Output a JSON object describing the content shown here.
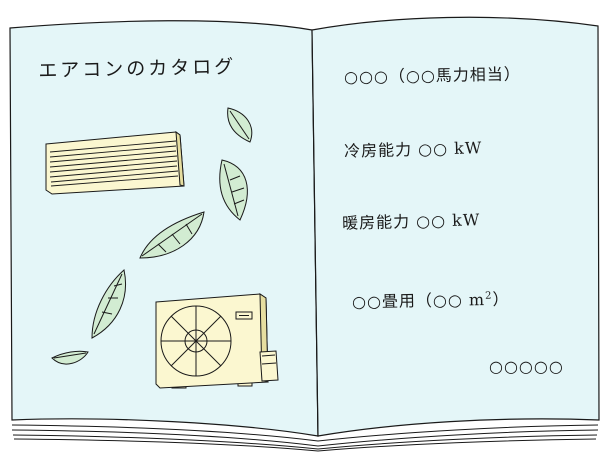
{
  "left_page": {
    "title": "エアコンのカタログ"
  },
  "right_page": {
    "model_line": "○○○（○○馬力相当）",
    "cooling_line": "冷房能力 ○○ kW",
    "heating_line": "暖房能力 ○○ kW",
    "room_line_prefix": "○○畳用（○○ m",
    "room_line_sup": "2",
    "room_line_suffix": "）",
    "price_line": "○○○○○"
  },
  "colors": {
    "page": "#e4f6f8",
    "outline": "#1a1a1a",
    "unit": "#fbf7d0",
    "leaf": "#d2ecd2"
  }
}
